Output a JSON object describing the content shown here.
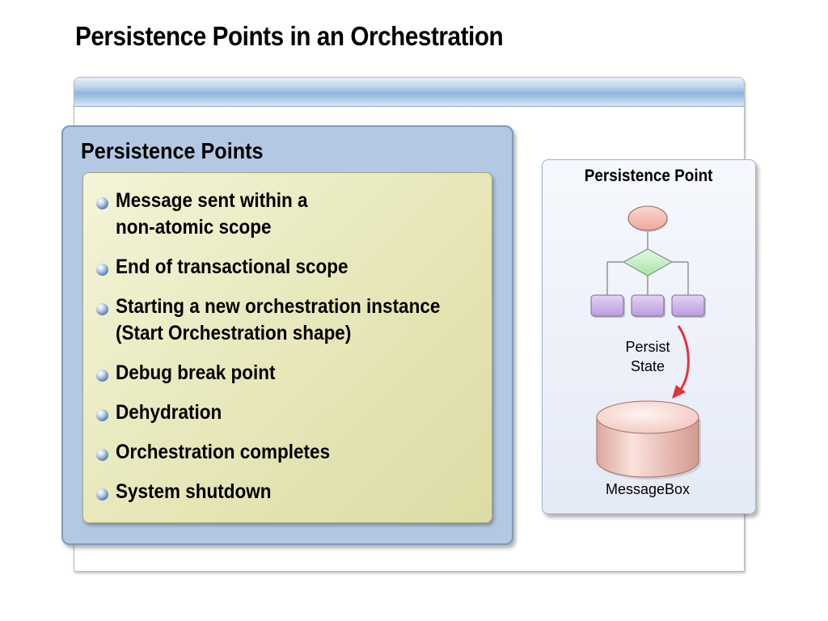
{
  "slide": {
    "title": "Persistence Points in an Orchestration"
  },
  "left_panel": {
    "title": "Persistence Points",
    "items": [
      "Message sent within a\nnon-atomic scope",
      "End of transactional scope",
      "Starting a new orchestration instance (Start Orchestration shape)",
      "Debug break point",
      "Dehydration",
      "Orchestration completes",
      "System shutdown"
    ]
  },
  "right_panel": {
    "title": "Persistence Point",
    "arrow_label_line1": "Persist",
    "arrow_label_line2": "State",
    "database_label": "MessageBox"
  },
  "icons": {
    "bullet": "sphere-bullet-icon",
    "start_shape": "ellipse-start-icon",
    "decision_shape": "diamond-decision-icon",
    "action_shapes": "rounded-rect-action-icon",
    "arrow": "curved-red-arrow-icon",
    "database": "cylinder-database-icon"
  },
  "colors": {
    "banner_blue": "#8fb4de",
    "left_panel_blue": "#b4c8e4",
    "bullet_box_khaki": "#e5e5b5",
    "ellipse_pink": "#f4c0b8",
    "diamond_green": "#c6efc6",
    "action_purple": "#cdb6e6",
    "arrow_red": "#e8303a",
    "database_pink": "#f6d4cc"
  }
}
